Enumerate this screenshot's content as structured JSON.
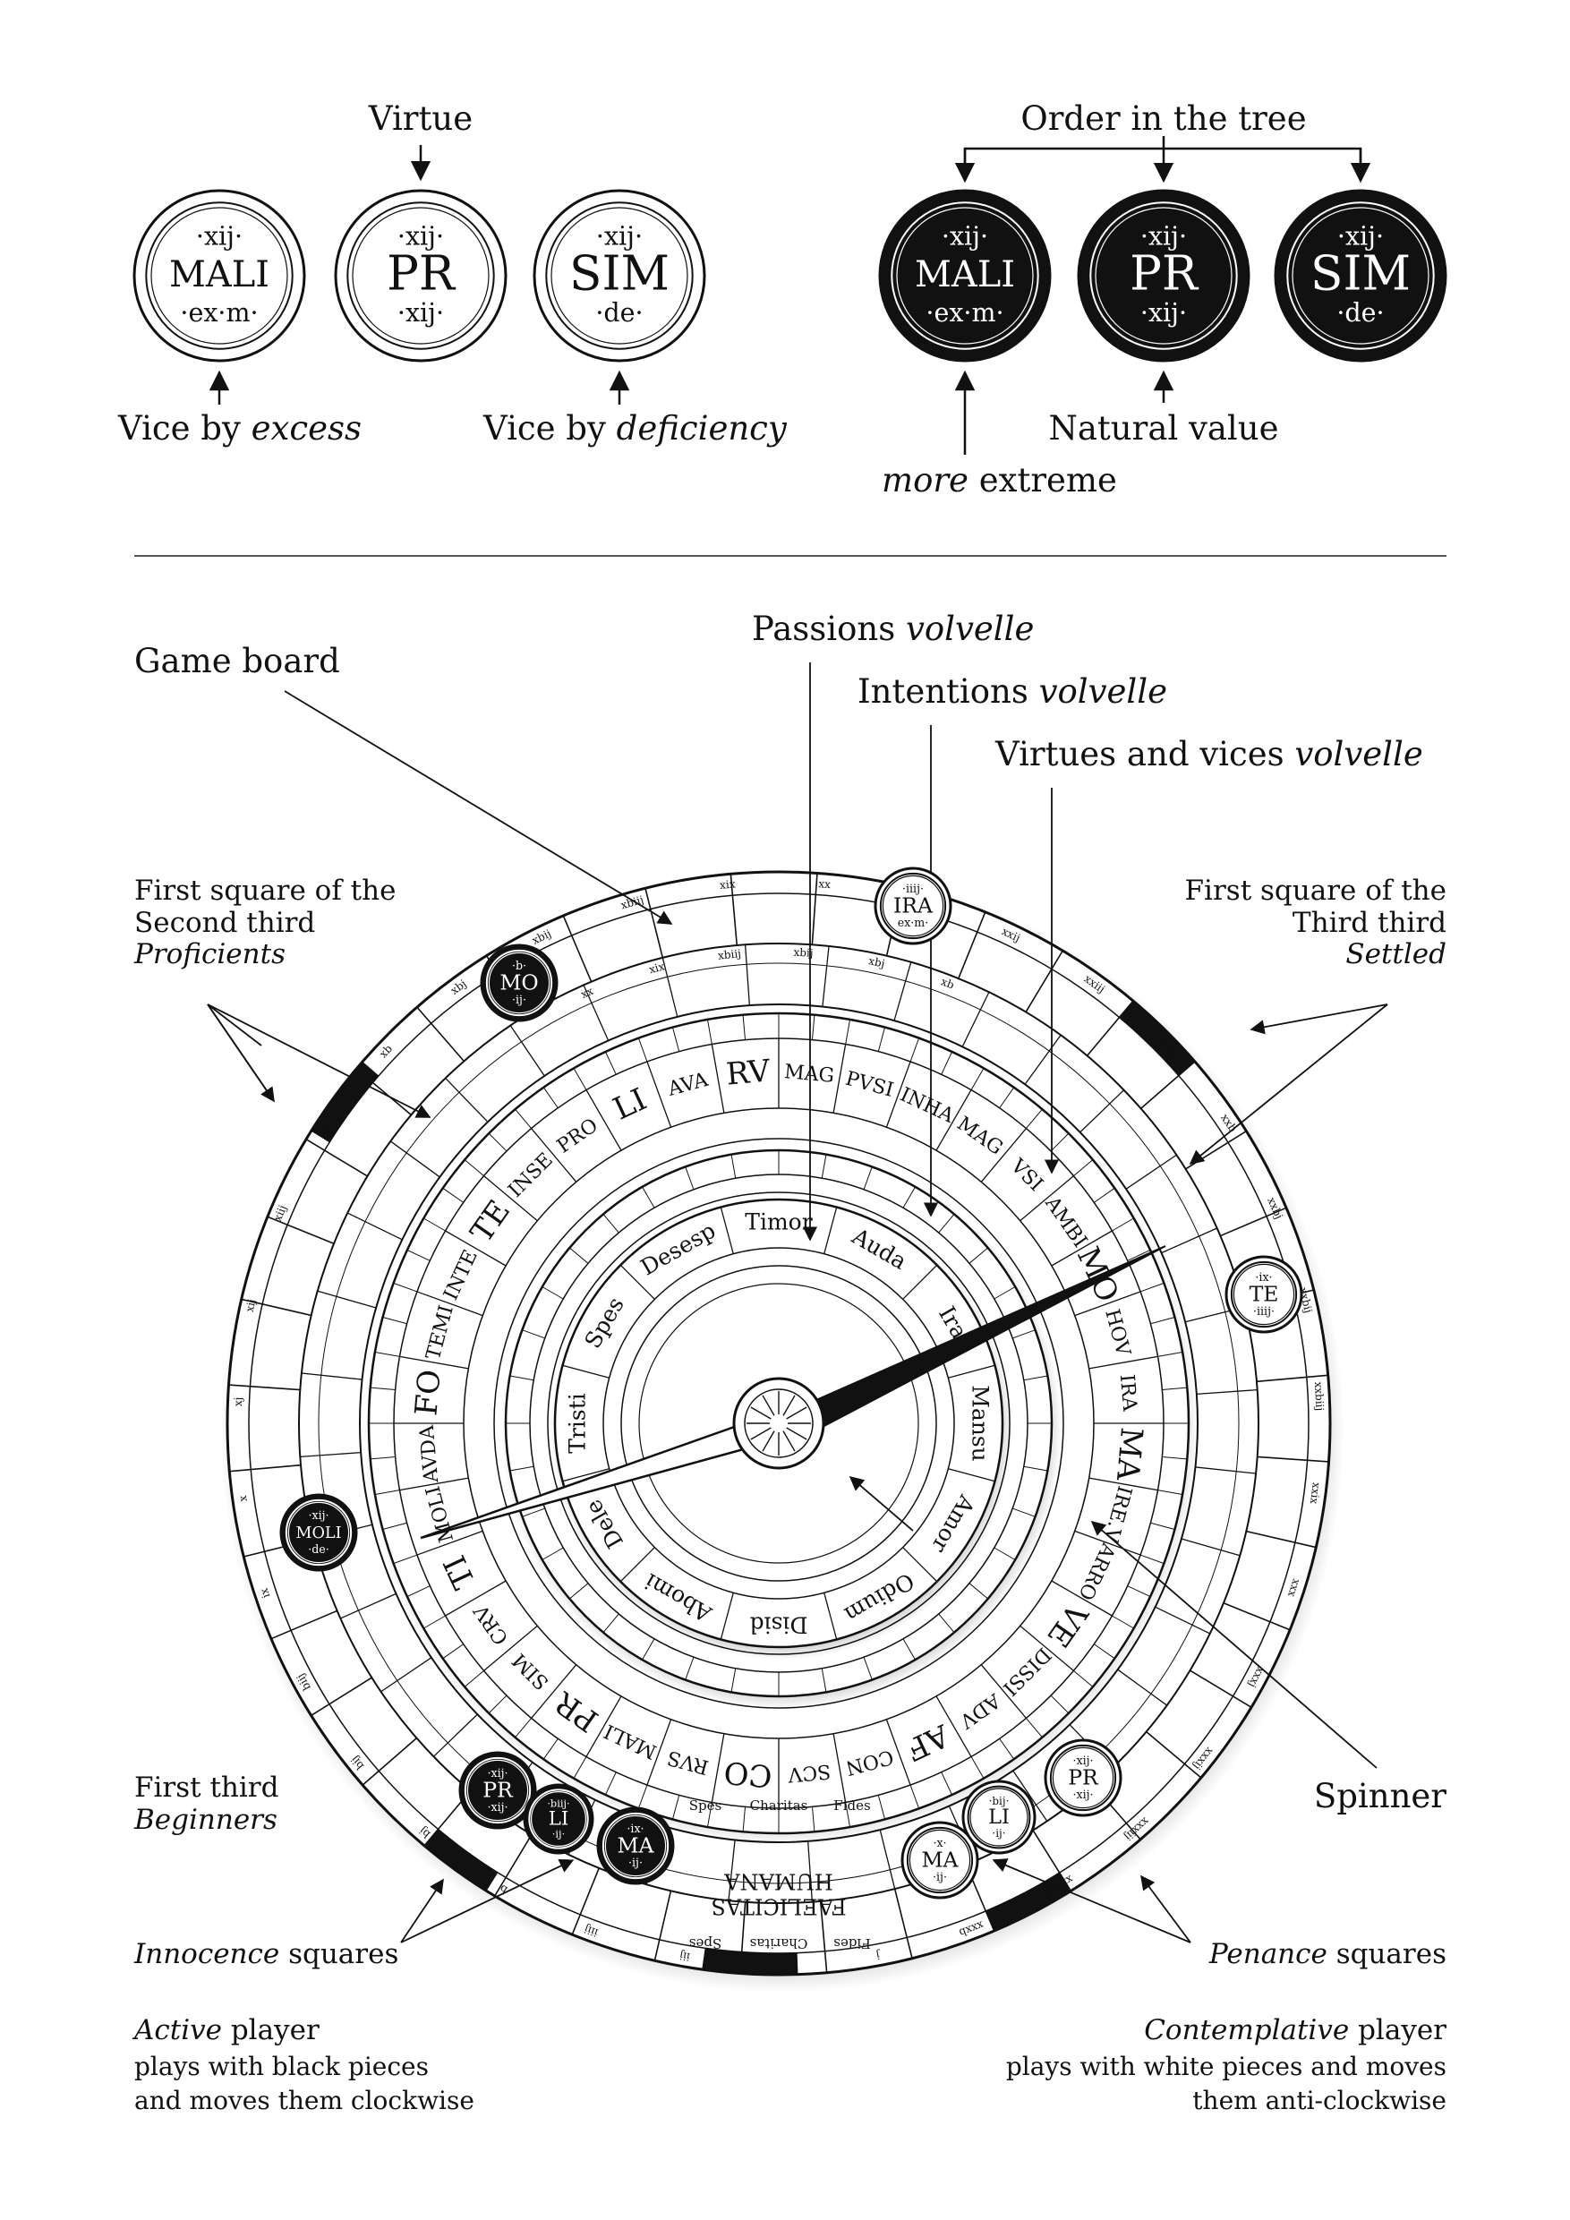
{
  "top_left": {
    "virtue": "Virtue",
    "vice_excess_pre": "Vice by ",
    "vice_excess_em": "excess",
    "vice_def_pre": "Vice by ",
    "vice_def_em": "deficiency"
  },
  "top_right": {
    "order": "Order in the tree",
    "natural": "Natural value",
    "extreme_em": "more",
    "extreme_post": " extreme"
  },
  "tokens_top": [
    {
      "top": "·xij·",
      "mid": "MALI",
      "bot": "·ex·m·"
    },
    {
      "top": "·xij·",
      "mid": "PR",
      "bot": "·xij·"
    },
    {
      "top": "·xij·",
      "mid": "SIM",
      "bot": "·de·"
    }
  ],
  "board_labels": {
    "game_board": "Game board",
    "passions_pre": "Passions ",
    "passions_em": "volvelle",
    "intentions_pre": "Intentions ",
    "intentions_em": "volvelle",
    "virtues_pre": "Virtues and vices ",
    "virtues_em": "volvelle",
    "second_l1": "First square of the",
    "second_l2": "Second third",
    "second_em": "Proficients",
    "third_l1": "First square of the",
    "third_l2": "Third third",
    "third_em": "Settled",
    "first_l1": "First third",
    "first_em": "Beginners",
    "spinner": "Spinner",
    "innocence_em": "Innocence",
    "innocence_post": " squares",
    "penance_em": "Penance",
    "penance_post": " squares",
    "active_em": "Active",
    "active_post": " player",
    "active_l2": "plays with black pieces",
    "active_l3": "and moves them clockwise",
    "contemp_em": "Contemplative",
    "contemp_post": " player",
    "contemp_l2": "plays with white pieces and moves",
    "contemp_l3": "them anti-clockwise"
  },
  "board": {
    "outer_numbers": [
      "xbij",
      "xbiij",
      "xix",
      "xx",
      "xxj",
      "xxij",
      "xxiij",
      "xxiiij",
      "xxb",
      "xxbj",
      "xxbij",
      "xxbiij",
      "xxix",
      "xxx",
      "xxxj",
      "xxxij",
      "xxxiij",
      "xxxiiij",
      "xxxb",
      "j",
      "ij",
      "iij",
      "iiij",
      "b",
      "bj",
      "bij",
      "biij",
      "ix",
      "x",
      "xj",
      "xij",
      "xiij",
      "xiiij",
      "xb",
      "xbj"
    ],
    "ring2_numbers": [
      "xx",
      "xix",
      "xbiij",
      "xbij",
      "xbj",
      "xb"
    ],
    "virtue_ring": [
      "MAG",
      "PVSI",
      "INHA",
      "MAG",
      "VSI",
      "AMBI",
      "MO",
      "HOV",
      "IRA",
      "MA",
      "IRE.V",
      "ARRO",
      "VE",
      "DISSI",
      "ADV",
      "AF",
      "CON",
      "SCV",
      "CO",
      "RVS",
      "MALI",
      "PR",
      "SIM",
      "CRV",
      "TI",
      "MOLI",
      "AVDA",
      "FO",
      "TEMI",
      "INTE",
      "TE",
      "INSE",
      "PRO",
      "LI",
      "AVA",
      "RV"
    ],
    "passions": [
      "Timor",
      "Auda",
      "Ira",
      "Mansu",
      "Amor",
      "Odium",
      "Disid",
      "Abomi",
      "Dele",
      "Tristi",
      "Spes",
      "Desesp"
    ],
    "felicitas_l1": "FAELICITAS",
    "felicitas_l2": "HUMANA",
    "theological": [
      "Spes",
      "Charitas",
      "Fides"
    ]
  },
  "board_tokens": [
    {
      "top": "·b·",
      "mid": "MO",
      "bot": "·ij·",
      "style": "black"
    },
    {
      "top": "·iiij·",
      "mid": "IRA",
      "bot": "ex·m·",
      "style": "white"
    },
    {
      "top": "·ix·",
      "mid": "TE",
      "bot": "·iiij·",
      "style": "white"
    },
    {
      "top": "·xij·",
      "mid": "MOLI",
      "bot": "·de·",
      "style": "black"
    },
    {
      "top": "·xij·",
      "mid": "PR",
      "bot": "·xij·",
      "style": "black"
    },
    {
      "top": "·biij·",
      "mid": "LI",
      "bot": "·ij·",
      "style": "black"
    },
    {
      "top": "·ix·",
      "mid": "MA",
      "bot": "·ij·",
      "style": "black"
    },
    {
      "top": "·x·",
      "mid": "MA",
      "bot": "·ij·",
      "style": "white"
    },
    {
      "top": "·bij·",
      "mid": "LI",
      "bot": "·ij·",
      "style": "white"
    },
    {
      "top": "·xij·",
      "mid": "PR",
      "bot": "·xij·",
      "style": "white"
    }
  ],
  "colors": {
    "ink": "#111111",
    "paper": "#ffffff"
  }
}
